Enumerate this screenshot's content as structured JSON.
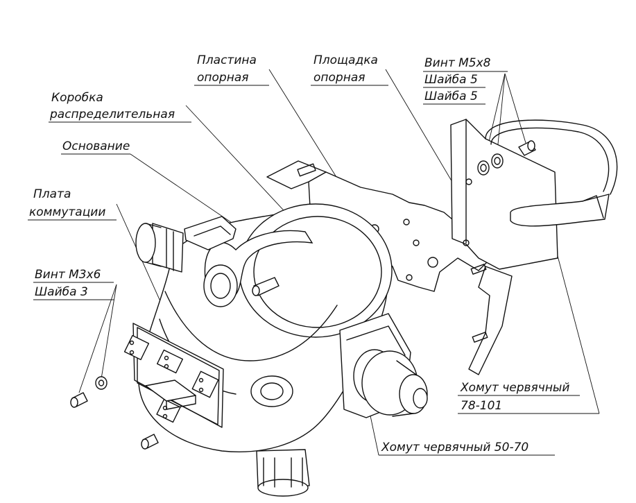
{
  "labels": {
    "plastina_l1": "Пластина",
    "plastina_l2": "опорная",
    "ploshchadka_l1": "Площадка",
    "ploshchadka_l2": "опорная",
    "vint_m5": "Винт М5х8",
    "shaiba5_a": "Шайба 5",
    "shaiba5_b": "Шайба 5",
    "korobka_l1": "Коробка",
    "korobka_l2": "распределительная",
    "osnovanie": "Основание",
    "plata_l1": "Плата",
    "plata_l2": "коммутации",
    "vint_m3": "Винт М3х6",
    "shaiba3": "Шайба 3",
    "khomut_big_l1": "Хомут червячный",
    "khomut_big_l2": "78-101",
    "khomut_small": "Хомут червячный 50-70"
  }
}
